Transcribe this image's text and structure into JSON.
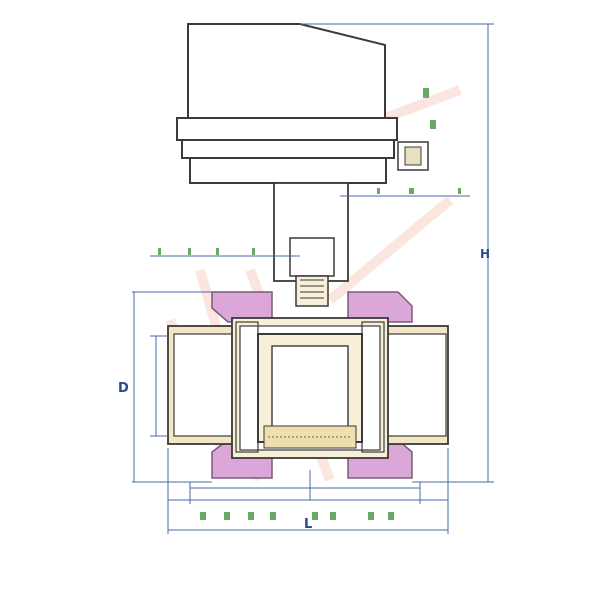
{
  "diagram": {
    "type": "electric-actuated-ball-valve-cross-section",
    "dimension_labels": {
      "height": "H",
      "diameter": "D",
      "length": "L"
    },
    "colors": {
      "outline": "#3a3a3a",
      "dimension_line": "#4a6aa8",
      "dimension_text": "#2b4a8a",
      "union_nut": "#d9a7d6",
      "pipe_body": "#f2e6c4",
      "ball_fill": "#f7efd8",
      "watermark": "#f4c2b0",
      "detail_green": "#6aa86a"
    },
    "icons": [
      "actuator-box",
      "valve-body",
      "ball",
      "union-nuts",
      "pipe-ends"
    ]
  }
}
